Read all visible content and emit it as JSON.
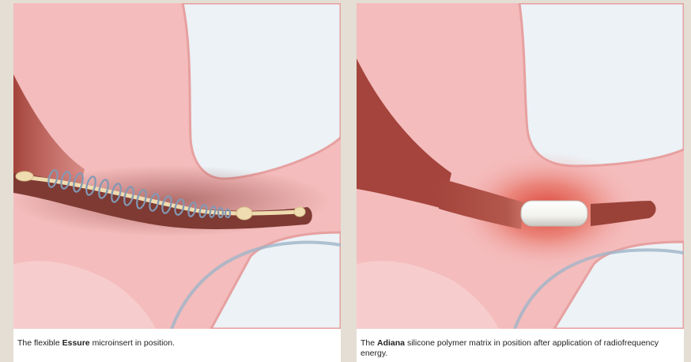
{
  "colors": {
    "frame_bg": "#e4ded4",
    "tissue_pink": "#f4bcbc",
    "tissue_edge": "#e7a0a0",
    "cavity_blue": "#ecf2f6",
    "tube_lumen": "#a5534b",
    "coil_blue": "#8298b4",
    "insert_cream": "#efdcb0",
    "ablation_red": "#d9382c"
  },
  "panels": [
    {
      "caption_pre": "The flexible ",
      "caption_bold": "Essure",
      "caption_post": " microinsert in position."
    },
    {
      "caption_pre": "The ",
      "caption_bold": "Adiana",
      "caption_post": " silicone polymer matrix in position after application of radiofrequency energy."
    }
  ]
}
